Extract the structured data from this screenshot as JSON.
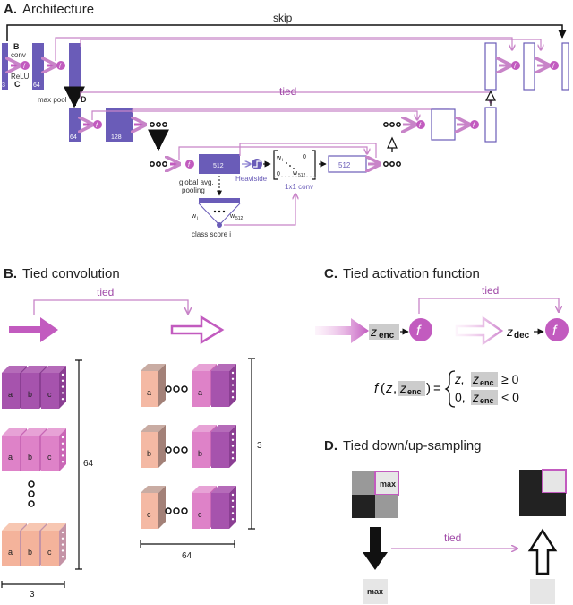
{
  "panels": {
    "a": {
      "letter": "A.",
      "title": "Architecture"
    },
    "b": {
      "letter": "B.",
      "title": "Tied convolution"
    },
    "c": {
      "letter": "C.",
      "title": "Tied activation function"
    },
    "d": {
      "letter": "D.",
      "title": "Tied down/up-sampling"
    }
  },
  "architecture": {
    "skip": "skip",
    "tied": "tied",
    "label_b": "B",
    "conv": "conv",
    "relu": "ReLU",
    "label_c": "C",
    "max_pool": "max pool",
    "label_d": "D",
    "ch_3": "3",
    "ch_64": "64",
    "ch_64b": "64",
    "ch_128": "128",
    "ch_512": "512",
    "ch_512b": "512",
    "f": "f",
    "global_avg": "global avg.",
    "pooling": "pooling",
    "heaviside": "Heaviside",
    "conv1x1": "1x1 conv",
    "class_score": "class score i",
    "w1": "w",
    "w1_sub": "i",
    "w512": "w",
    "w512_sub": "512",
    "m_w": "w",
    "m_w_sub": "i",
    "m_zero1": "0",
    "m_zero2": "0",
    "m_w2": "w",
    "m_w2_sub": "512"
  },
  "tied_conv": {
    "tied": "tied",
    "dim_64_v": "64",
    "dim_3_h": "3",
    "dim_3_v": "3",
    "dim_64_h": "64",
    "a": "a",
    "b": "b",
    "c": "c"
  },
  "tied_act": {
    "tied": "tied",
    "z": "z",
    "enc": "enc",
    "dec": "dec",
    "f": "f",
    "formula_f": "f",
    "formula_z": "z",
    "case1_z": "z,",
    "case2_zero": "0,",
    "case1_op": "≥ 0",
    "case2_op": "< 0"
  },
  "tied_pool": {
    "tied": "tied",
    "max": "max",
    "max2": "max"
  },
  "colors": {
    "purple": "#6a5cb8",
    "pink": "#c25bbf",
    "line_pink": "#c884c8"
  },
  "icons": [
    "f-circle-icon",
    "arrow-icon",
    "heaviside-icon",
    "ellipsis-icon"
  ]
}
